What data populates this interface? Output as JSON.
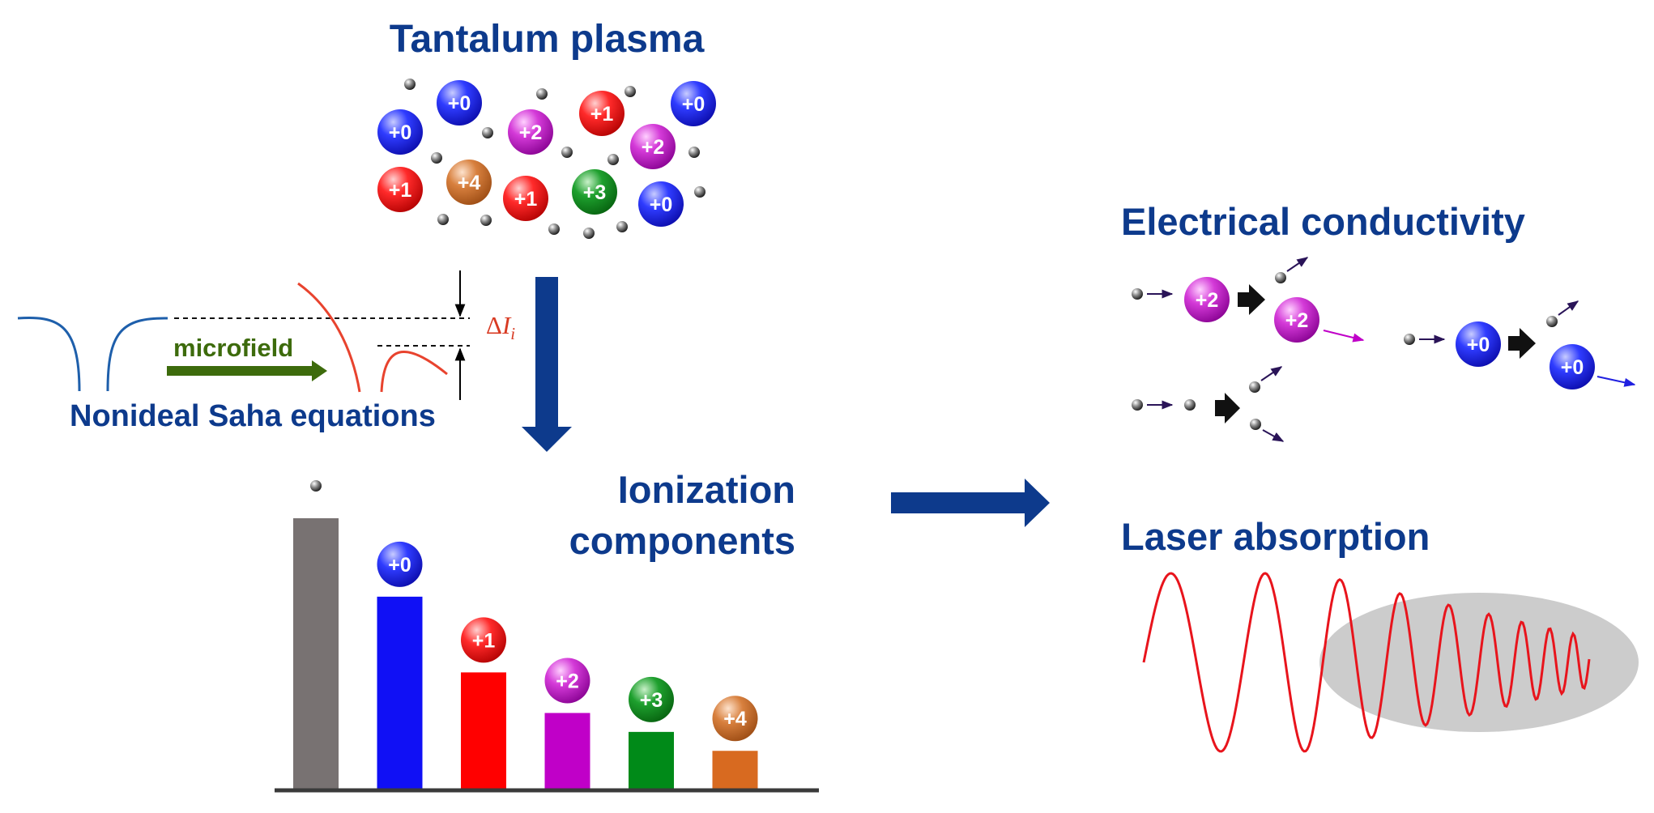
{
  "titles": {
    "plasma": "Tantalum plasma",
    "saha": "Nonideal Saha equations",
    "microfield": "microfield",
    "delta_symbol": "Δ",
    "delta_var": "I",
    "delta_sub": "i",
    "ionization_line1": "Ionization",
    "ionization_line2": "components",
    "conductivity": "Electrical conductivity",
    "laser": "Laser absorption"
  },
  "ions": {
    "p0": "+0",
    "p1": "+1",
    "p2": "+2",
    "p3": "+3",
    "p4": "+4"
  },
  "colors": {
    "title": "#0d3a8c",
    "arrow": "#0d3a8c",
    "electron_bar": "#787272",
    "p0": "#1010f5",
    "p1": "#ff0000",
    "p2": "#c000c8",
    "p3": "#008a18",
    "p4": "#d86a20",
    "microfield": "#3d6b0c",
    "delta": "#d83a22",
    "laser_wave": "#e8141c",
    "absorber": "#cccccc"
  },
  "chart_data": {
    "type": "bar",
    "categories": [
      "e",
      "+0",
      "+1",
      "+2",
      "+3",
      "+4"
    ],
    "values": [
      100,
      71,
      43,
      28,
      21,
      14
    ],
    "colors": [
      "#787272",
      "#1010f5",
      "#ff0000",
      "#c000c8",
      "#008a18",
      "#d86a20"
    ],
    "title": "",
    "xlabel": "",
    "ylabel": "",
    "ylim": [
      0,
      100
    ]
  }
}
